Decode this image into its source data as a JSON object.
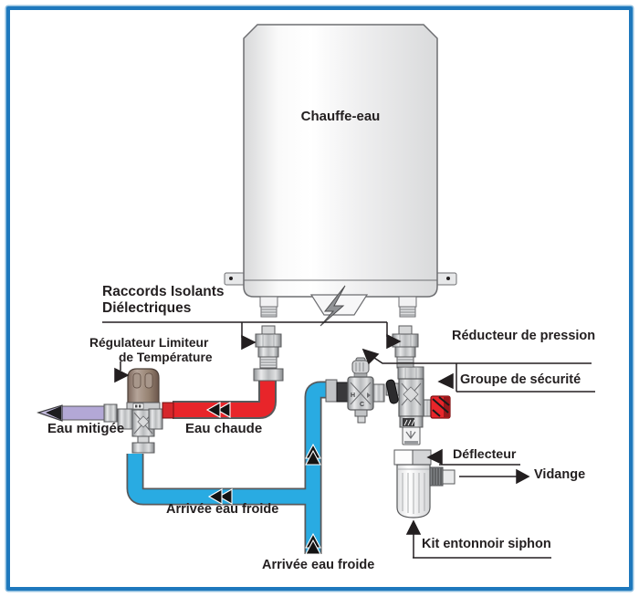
{
  "diagram": {
    "tank_title": "Chauffe-eau",
    "labels": {
      "raccords_line1": "Raccords Isolants",
      "raccords_line2": "Diélectriques",
      "regulateur_line1": "Régulateur Limiteur",
      "regulateur_line2": "de Température",
      "eau_mitigee": "Eau mitigée",
      "eau_chaude": "Eau chaude",
      "arrivee_eau_froide_left": "Arrivée eau froide",
      "arrivee_eau_froide_bottom": "Arrivée eau froide",
      "reducteur_pression": "Réducteur de pression",
      "groupe_securite": "Groupe de sécurité",
      "deflecteur": "Déflecteur",
      "vidange": "Vidange",
      "kit_entonnoir": "Kit entonnoir siphon"
    },
    "markings": {
      "reducer_h": "H",
      "reducer_c": "C"
    },
    "colors": {
      "frame_blue": "#1e78bd",
      "hot_water": "#e8252a",
      "cold_water": "#29abe2",
      "mixed_water": "#b3a8d6",
      "safety_cap_red": "#e8252a",
      "label_text": "#231f20",
      "valve_knob_brown": "#94806f"
    }
  }
}
